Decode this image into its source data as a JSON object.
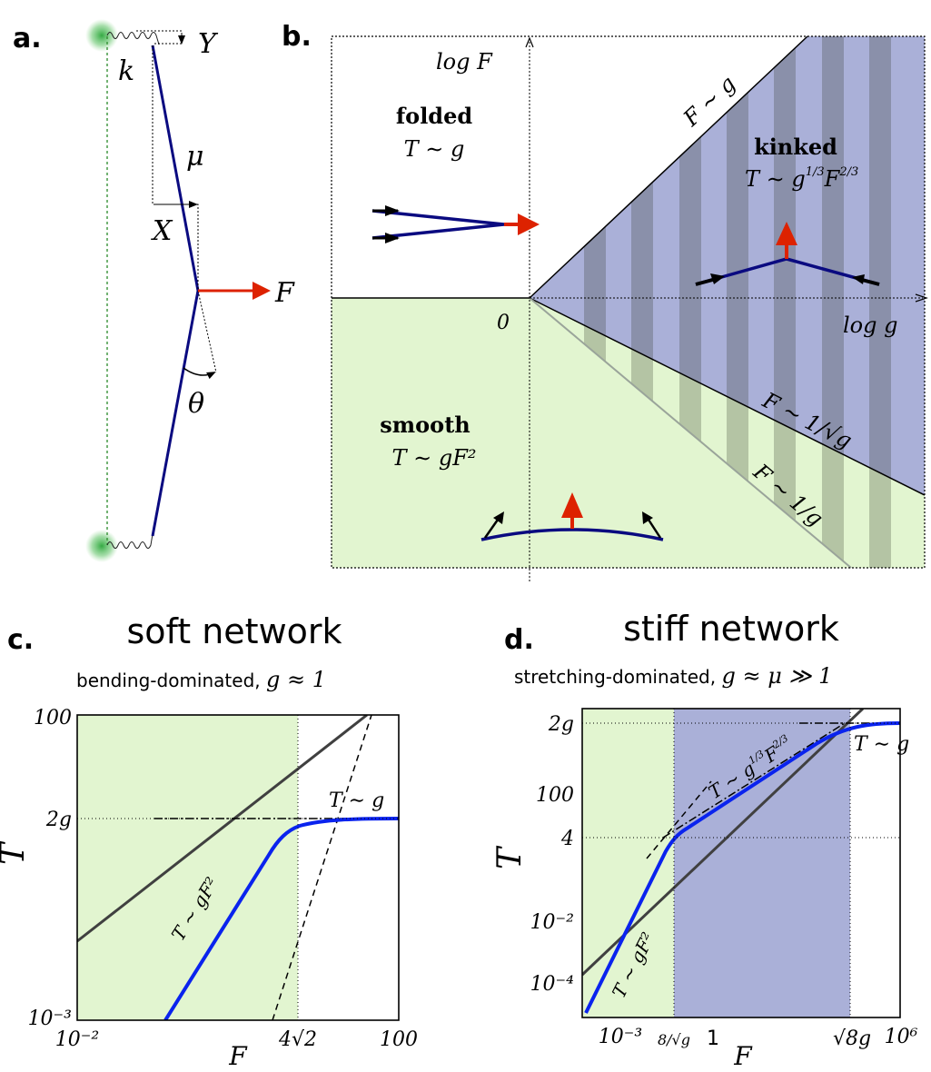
{
  "panel_a": {
    "label": "a.",
    "k": "k",
    "Y": "Y",
    "mu": "μ",
    "X": "X",
    "F": "F",
    "theta": "θ"
  },
  "panel_b": {
    "label": "b.",
    "y_axis": "log F",
    "x_axis": "log g",
    "origin": "0",
    "folded": {
      "title": "folded",
      "law": "T ∼ g"
    },
    "kinked": {
      "title": "kinked",
      "law": "T ∼ g",
      "exp1": "1/3",
      "mid": "F",
      "exp2": "2/3"
    },
    "smooth": {
      "title": "smooth",
      "law": "T ∼ gF²"
    },
    "boundary_upper": "F ∼ g",
    "boundary_mid": "F ∼ 1/√g",
    "boundary_low": "F ∼ 1/g",
    "colors": {
      "kinked": "#aab0d8",
      "smooth": "#e2f5d0",
      "stripe": "#8a90aa",
      "stripe_green": "#b4c4a4",
      "red": "#dd2200",
      "blue": "#0a0a80"
    }
  },
  "panel_c": {
    "label": "c.",
    "title": "soft network",
    "subtitle": "bending-dominated, ",
    "subtitle_math": "g ≈ 1",
    "ylabel": "T",
    "xlabel": "F",
    "yticks": [
      "100",
      "2g",
      "10⁻³"
    ],
    "xticks": [
      "10⁻²",
      "4√2",
      "100"
    ],
    "law_low": "T ∼ gF²",
    "law_high": "T ∼ g"
  },
  "panel_d": {
    "label": "d.",
    "title": "stiff network",
    "subtitle": "stretching-dominated, ",
    "subtitle_math": "g ≈ μ ≫ 1",
    "ylabel": "T",
    "xlabel": "F",
    "yticks": [
      "2g",
      "100",
      "4",
      "10⁻²",
      "10⁻⁴"
    ],
    "xticks": [
      "10⁻³",
      "8/√g",
      "1",
      "√8g",
      "10⁶"
    ],
    "law_low": "T ∼ gF²",
    "law_mid": "T ∼ g",
    "law_mid_exp1": "1/3",
    "law_mid_F": "F",
    "law_mid_exp2": "2/3",
    "law_high": "T ∼ g"
  }
}
